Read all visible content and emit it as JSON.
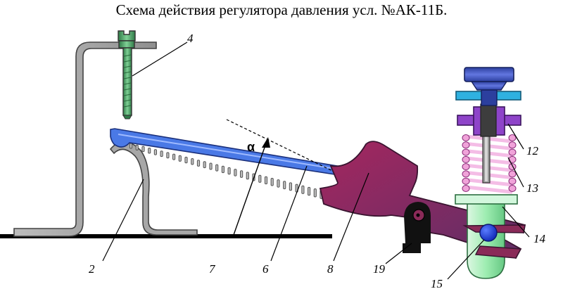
{
  "title": "Схема действия регулятора давления усл. №АК-11Б.",
  "angle_label": "α",
  "callouts": [
    "2",
    "4",
    "6",
    "7",
    "8",
    "12",
    "13",
    "14",
    "15",
    "19"
  ],
  "colors": {
    "frame": "#a9a9a9",
    "screw": "#4f9e64",
    "lever": "#4a79e6",
    "spring": "#a9a9a9",
    "plate": "#8a2a58",
    "adjuster_knob": "#3a4fb0",
    "adjuster_disc": "#2fb1e0",
    "nut": "#8e44c9",
    "pressure_spring": "#f0a3d9",
    "plunger": "#8fe5a4",
    "ball": "#1b40e8",
    "support": "#111111"
  }
}
